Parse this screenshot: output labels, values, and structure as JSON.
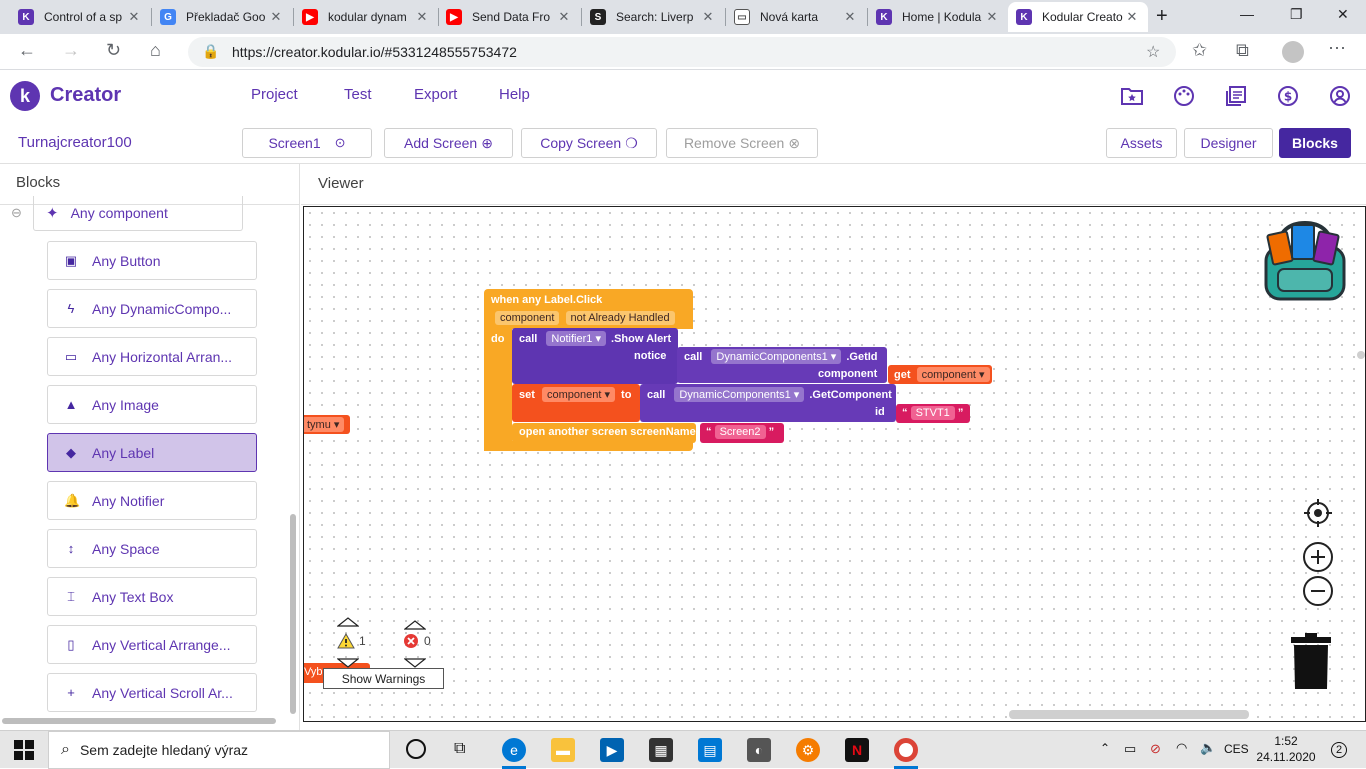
{
  "browser": {
    "tabs": [
      {
        "title": "Control of a sp",
        "favicon": "K",
        "color": "#5e35b1"
      },
      {
        "title": "Překladač Goo",
        "favicon": "G",
        "color": "#4285f4"
      },
      {
        "title": "kodular dynam",
        "favicon": "▶",
        "color": "#ff0000"
      },
      {
        "title": "Send Data Fro",
        "favicon": "▶",
        "color": "#ff0000"
      },
      {
        "title": "Search: Liverp",
        "favicon": "S",
        "color": "#222222"
      },
      {
        "title": "Nová karta",
        "favicon": "▭",
        "color": "#555555"
      },
      {
        "title": "Home | Kodula",
        "favicon": "K",
        "color": "#5e35b1"
      },
      {
        "title": "Kodular Creato",
        "favicon": "K",
        "color": "#5e35b1"
      }
    ],
    "new_tab": "+",
    "url": "https://creator.kodular.io/#5331248555753472",
    "win_min": "—",
    "win_max": "❐",
    "win_close": "✕"
  },
  "app": {
    "logo_letter": "k",
    "brand": "Creator",
    "menu": [
      "Project",
      "Test",
      "Export",
      "Help"
    ]
  },
  "project": {
    "name": "Turnajcreator100",
    "screen_select": "Screen1",
    "add_screen": "Add Screen",
    "copy_screen": "Copy Screen",
    "remove_screen": "Remove Screen",
    "assets": "Assets",
    "designer": "Designer",
    "blocks": "Blocks"
  },
  "blocks_panel": {
    "title": "Blocks",
    "group": "Any component",
    "items": [
      {
        "label": "Any Button",
        "icon": "▣"
      },
      {
        "label": "Any DynamicCompo...",
        "icon": "ϟ"
      },
      {
        "label": "Any Horizontal Arran...",
        "icon": "▭"
      },
      {
        "label": "Any Image",
        "icon": "▲"
      },
      {
        "label": "Any Label",
        "icon": "◆"
      },
      {
        "label": "Any Notifier",
        "icon": "🔔"
      },
      {
        "label": "Any Space",
        "icon": "↕"
      },
      {
        "label": "Any Text Box",
        "icon": "⌶"
      },
      {
        "label": "Any Vertical Arrange...",
        "icon": "▯"
      },
      {
        "label": "Any Vertical Scroll Ar...",
        "icon": "+"
      }
    ],
    "selected": "Any Label"
  },
  "viewer": {
    "title": "Viewer",
    "event_block": "when any Label.Click",
    "param_component": "component",
    "param_not_handled": "not Already Handled",
    "do_label": "do",
    "call_label": "call",
    "notifier": "Notifier1",
    "show_alert": ".Show Alert",
    "notice_label": "notice",
    "dyn_comp": "DynamicComponents1",
    "getid": ".GetId",
    "component_label": "component",
    "get_label": "get",
    "get_component": "component",
    "set_label": "set",
    "set_var": "component",
    "to_label": "to",
    "getcomponent": ".GetComponent",
    "id_label": "id",
    "id_value": "STVT1",
    "open_screen": "open another screen  screenName",
    "screen_value": "Screen2",
    "offscreen_block1": "tymu",
    "offscreen_block2": "Vybr",
    "warnings_count": "1",
    "errors_count": "0",
    "show_warnings": "Show Warnings"
  },
  "taskbar": {
    "search_placeholder": "Sem zadejte hledaný výraz",
    "lang": "CES",
    "time": "1:52",
    "date": "24.11.2020",
    "notif_count": "2"
  }
}
